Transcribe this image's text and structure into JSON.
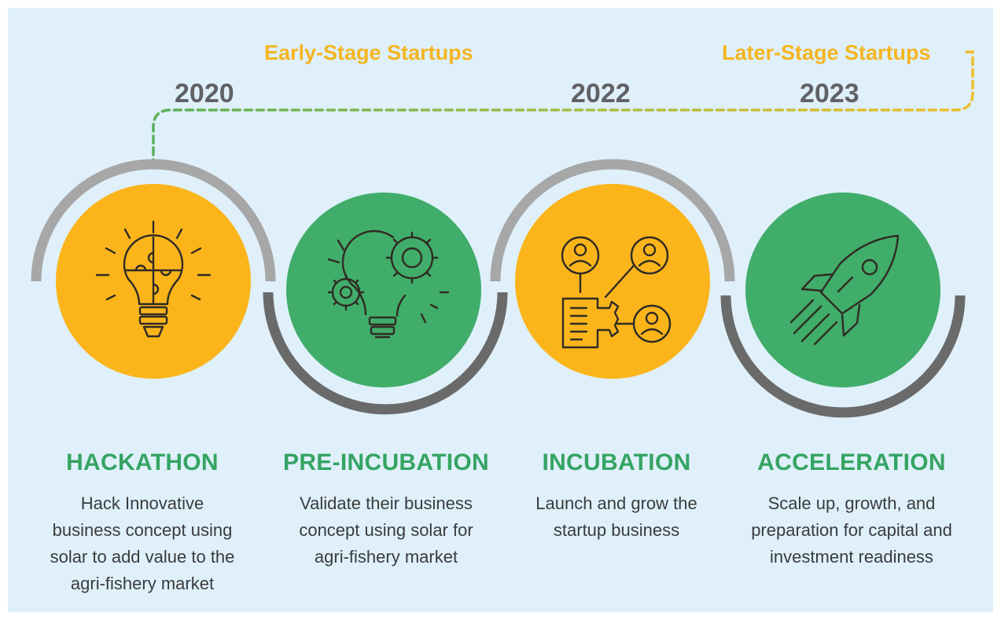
{
  "header": {
    "early_stage": "Early-Stage Startups",
    "later_stage": "Later-Stage Startups"
  },
  "years": {
    "y2020": "2020",
    "y2022": "2022",
    "y2023": "2023"
  },
  "stages": [
    {
      "title": "HACKATHON",
      "icon": "lightbulb-puzzle-icon",
      "color": "#fbb51b",
      "description": [
        "Hack Innovative",
        "business concept using",
        "solar to add value to the",
        "agri-fishery market"
      ]
    },
    {
      "title": "PRE-INCUBATION",
      "icon": "gears-bulb-icon",
      "color": "#41ad6a",
      "description": [
        "Validate their business",
        "concept using solar for",
        "agri-fishery market"
      ]
    },
    {
      "title": "INCUBATION",
      "icon": "network-people-icon",
      "color": "#fbb51b",
      "description": [
        "Launch and grow the",
        "startup business"
      ]
    },
    {
      "title": "ACCELERATION",
      "icon": "rocket-icon",
      "color": "#41ad6a",
      "description": [
        "Scale up, growth, and",
        "preparation for capital and",
        "investment readiness"
      ]
    }
  ],
  "colors": {
    "background": "#dff0fb",
    "green": "#41ad6a",
    "yellow": "#fbb51b",
    "arc_light": "#a7a7a7",
    "arc_dark": "#6a6a6a",
    "title_green": "#35a463",
    "year_gray": "#606165"
  }
}
